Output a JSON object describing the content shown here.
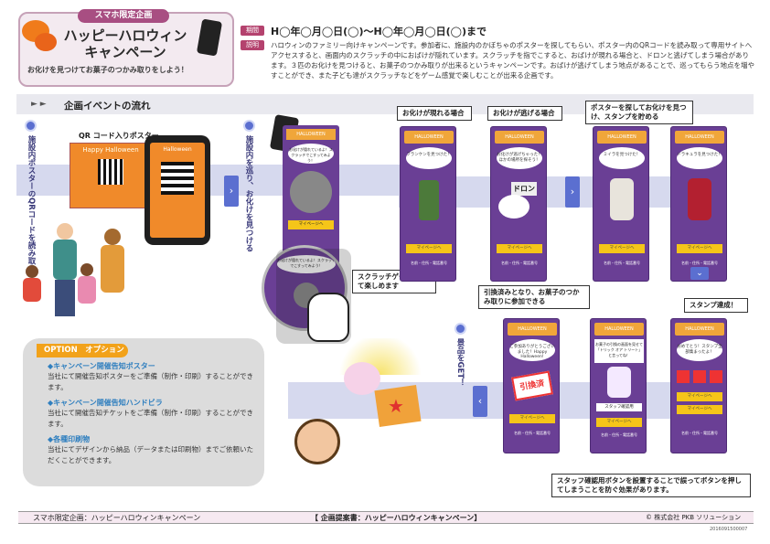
{
  "header": {
    "tag": "スマホ限定企画",
    "title_line1": "ハッピーハロウィン",
    "title_line2": "キャンペーン",
    "subtitle": "お化けを見つけてお菓子のつかみ取りをしよう！"
  },
  "info": {
    "period_label": "期間",
    "period": "H◯年◯月◯日(◯)〜H◯年◯月◯日(◯)まで",
    "desc_label": "説明",
    "desc": "ハロウィンのファミリー向けキャンペーンです。参加者に、施設内のかぼちゃのポスターを探してもらい、ポスター内のQRコードを読み取って専用サイトへアクセスすると、画面内のスクラッチの中におばけが隠れています。スクラッチを指でこすると、おばけが現れる場合と、ドロンと逃げてしまう場合があります。３匹のお化けを見つけると、お菓子のつかみ取りが出来るというキャンペーンです。おばけが逃げてしまう地点があることで、巡ってもらう地点を増やすことができ、また子ども達がスクラッチなどをゲーム感覚で楽しむことが出来る企画です。"
  },
  "flow": {
    "title": "企画イベントの流れ",
    "arrows": "►  ►"
  },
  "steps": {
    "step1": "施設内ポスターのQRコードを読み取る",
    "step2": "施設内を巡り、お化けを見つける",
    "step3": "景品をGET！"
  },
  "poster": {
    "label": "QR コード入りポスター",
    "poster_text": "Happy Halloween",
    "phone_text": "Halloween"
  },
  "callouts": {
    "appear": "お化けが現れる場合",
    "escape": "お化けが逃げる場合",
    "stamp": "ポスターを探してお化けを見つけ、スタンプを貯める",
    "scratch": "スクラッチゲームとして楽しめます",
    "exchange": "引換済みとなり、お菓子のつかみ取りに参加できる",
    "complete": "スタンプ達成！",
    "staff": "スタッフ確認用ボタンを設置することで誤ってボタンを押してしまうことを防ぐ効果があります。"
  },
  "phones": {
    "banner": "HALLOWEEN",
    "btn": "マイページへ",
    "foot": "名前・住所・電話番号",
    "scratch_bubble": "お化けが隠れているよ！スクラッチでこすってみよう！",
    "appear_bubble": "フランケンを見つけた！",
    "escape_bubble": "お化けが逃げちゃった！ほかの場所を探そう！",
    "escape_effect": "ドロン",
    "stamp_bubble": "ミイラを見つけた！",
    "dracula_bubble": "ドラキュラを見つけた！",
    "exchanged_bubble": "ご参加ありがとうございました！Happy Halloween!",
    "exchanged_stamp": "引換済",
    "trick_bubble": "お菓子の引換の画面を見せて「トリック オア トリート」と言ってね！",
    "staff_check": "スタッフ確認用",
    "complete_bubble": "おめでとう！スタンプ全部集まったよ！"
  },
  "option": {
    "title": "OPTION",
    "title_jp": "オプション",
    "items": [
      {
        "head": "◆キャンペーン開催告知ポスター",
        "body": "当社にて開催告知ポスターをご準備（制作・印刷）することができます。"
      },
      {
        "head": "◆キャンペーン開催告知ハンドビラ",
        "body": "当社にて開催告知チケットをご準備（制作・印刷）することができます。"
      },
      {
        "head": "◆各種印刷物",
        "body": "当社にてデザインから納品（データまたは印刷物）までご依頼いただくことができます。"
      }
    ]
  },
  "footer": {
    "left": "スマホ限定企画：ハッピーハロウィンキャンペーン",
    "center": "【 企画提案書：ハッピーハロウィンキャンペーン】",
    "right": "© 株式会社 PKB ソリューション",
    "code": "2016091500007"
  },
  "colors": {
    "purple": "#6a3f95",
    "accent": "#b4426e",
    "blue": "#5b6fd0",
    "orange": "#f2a21a"
  }
}
